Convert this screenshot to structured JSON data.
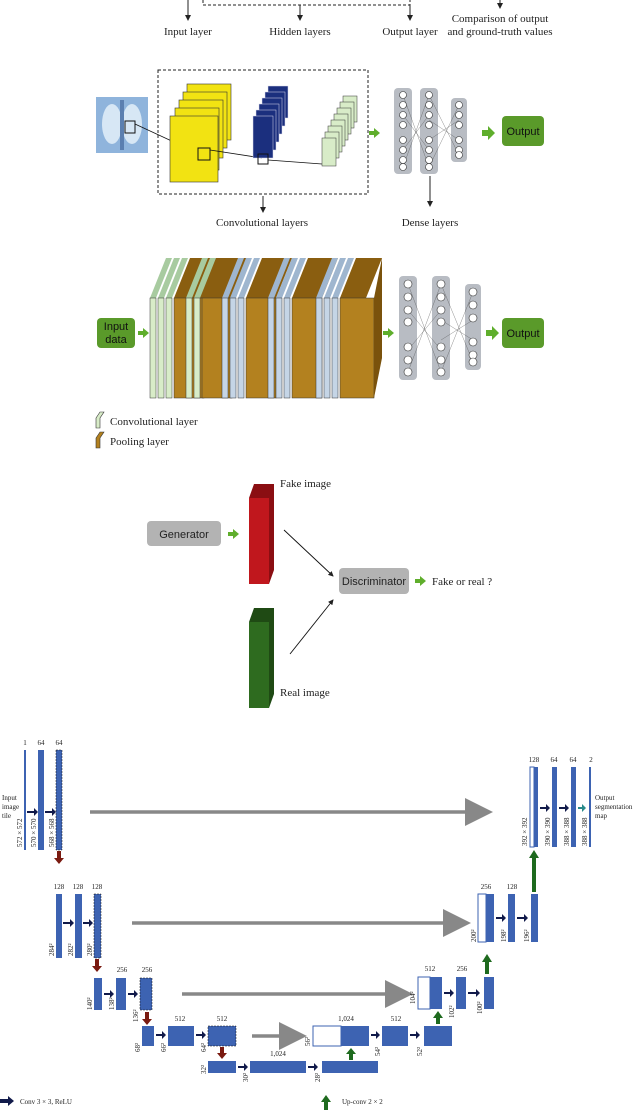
{
  "ann": {
    "input_layer": "Input layer",
    "hidden_layers": "Hidden layers",
    "output_layer": "Output layer",
    "comparison_1": "Comparison of output",
    "comparison_2": "and ground-truth values"
  },
  "cnn": {
    "output": "Output",
    "conv_layers": "Convolutional layers",
    "dense_layers": "Dense layers"
  },
  "cnn2": {
    "input_1": "Input",
    "input_2": "data",
    "output": "Output",
    "legend_conv": "Convolutional layer",
    "legend_pool": "Pooling layer"
  },
  "gan": {
    "generator": "Generator",
    "discriminator": "Discriminator",
    "fake_image": "Fake image",
    "real_image": "Real image",
    "fake_or_real": "Fake or real ?"
  },
  "unet": {
    "input_tile_1": "Input",
    "input_tile_2": "image",
    "input_tile_3": "tile",
    "output_map_1": "Output",
    "output_map_2": "segmentation",
    "output_map_3": "map",
    "ch_1": "1",
    "ch_64": "64",
    "ch_128": "128",
    "ch_256": "256",
    "ch_512": "512",
    "ch_1024": "1,024",
    "ch_2": "2",
    "s572": "572 × 572",
    "s570": "570 × 570",
    "s568": "568 × 568",
    "s392": "392 × 392",
    "s390": "390 × 390",
    "s388": "388 × 388",
    "s284": "284²",
    "s282": "282²",
    "s280": "280²",
    "s200": "200²",
    "s198": "198²",
    "s196": "196²",
    "s140": "140²",
    "s138": "138²",
    "s136": "136²",
    "s104": "104²",
    "s102": "102²",
    "s100": "100²",
    "s68": "68²",
    "s66": "66²",
    "s64": "64²",
    "s56": "56²",
    "s54": "54²",
    "s52": "52²",
    "s32": "32²",
    "s30": "30²",
    "s28": "28²",
    "legend_conv": "Conv 3 × 3, ReLU",
    "legend_upconv": "Up-conv 2 × 2"
  },
  "colors": {
    "green_btn": "#5a9a2a",
    "yellow": "#f2e312",
    "navy": "#1b2f7e",
    "lightgreen": "#d8ecc8",
    "blue_block": "#3d63b2",
    "brown": "#b3811f",
    "red": "#c0171d",
    "dark_green": "#2e6b1f"
  }
}
